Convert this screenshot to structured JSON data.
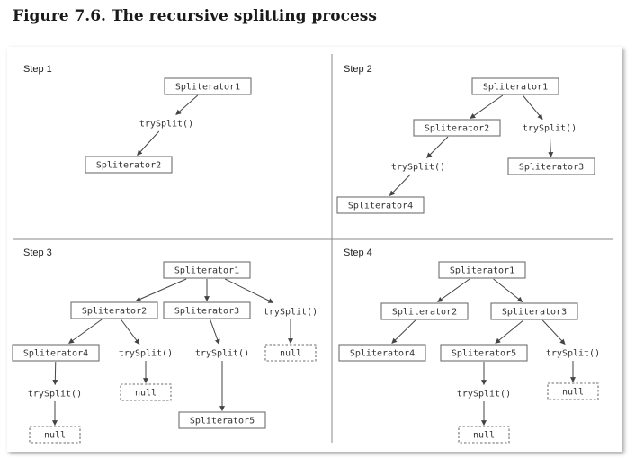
{
  "figure_title": "Figure 7.6. The recursive splitting process",
  "steps": [
    {
      "label": "Step 1",
      "nodes": [
        {
          "id": "s1a",
          "kind": "box",
          "text": "Spliterator1"
        },
        {
          "id": "s1b",
          "kind": "op",
          "text": "trySplit()"
        },
        {
          "id": "s1c",
          "kind": "box",
          "text": "Spliterator2"
        }
      ]
    },
    {
      "label": "Step 2",
      "nodes": [
        {
          "id": "s2a",
          "kind": "box",
          "text": "Spliterator1"
        },
        {
          "id": "s2b",
          "kind": "box",
          "text": "Spliterator2"
        },
        {
          "id": "s2c",
          "kind": "op",
          "text": "trySplit()"
        },
        {
          "id": "s2d",
          "kind": "op",
          "text": "trySplit()"
        },
        {
          "id": "s2e",
          "kind": "box",
          "text": "Spliterator3"
        },
        {
          "id": "s2f",
          "kind": "box",
          "text": "Spliterator4"
        }
      ]
    },
    {
      "label": "Step 3",
      "nodes": [
        {
          "id": "s3a",
          "kind": "box",
          "text": "Spliterator1"
        },
        {
          "id": "s3b",
          "kind": "box",
          "text": "Spliterator2"
        },
        {
          "id": "s3c",
          "kind": "box",
          "text": "Spliterator3"
        },
        {
          "id": "s3d",
          "kind": "op",
          "text": "trySplit()"
        },
        {
          "id": "s3e",
          "kind": "null",
          "text": "null"
        },
        {
          "id": "s3f",
          "kind": "box",
          "text": "Spliterator4"
        },
        {
          "id": "s3g",
          "kind": "op",
          "text": "trySplit()"
        },
        {
          "id": "s3h",
          "kind": "op",
          "text": "trySplit()"
        },
        {
          "id": "s3i",
          "kind": "null",
          "text": "null"
        },
        {
          "id": "s3j",
          "kind": "op",
          "text": "trySplit()"
        },
        {
          "id": "s3k",
          "kind": "null",
          "text": "null"
        },
        {
          "id": "s3l",
          "kind": "box",
          "text": "Spliterator5"
        }
      ]
    },
    {
      "label": "Step 4",
      "nodes": [
        {
          "id": "s4a",
          "kind": "box",
          "text": "Spliterator1"
        },
        {
          "id": "s4b",
          "kind": "box",
          "text": "Spliterator2"
        },
        {
          "id": "s4c",
          "kind": "box",
          "text": "Spliterator3"
        },
        {
          "id": "s4d",
          "kind": "box",
          "text": "Spliterator4"
        },
        {
          "id": "s4e",
          "kind": "box",
          "text": "Spliterator5"
        },
        {
          "id": "s4f",
          "kind": "op",
          "text": "trySplit()"
        },
        {
          "id": "s4g",
          "kind": "op",
          "text": "trySplit()"
        },
        {
          "id": "s4h",
          "kind": "null",
          "text": "null"
        },
        {
          "id": "s4i",
          "kind": "null",
          "text": "null"
        }
      ]
    }
  ]
}
